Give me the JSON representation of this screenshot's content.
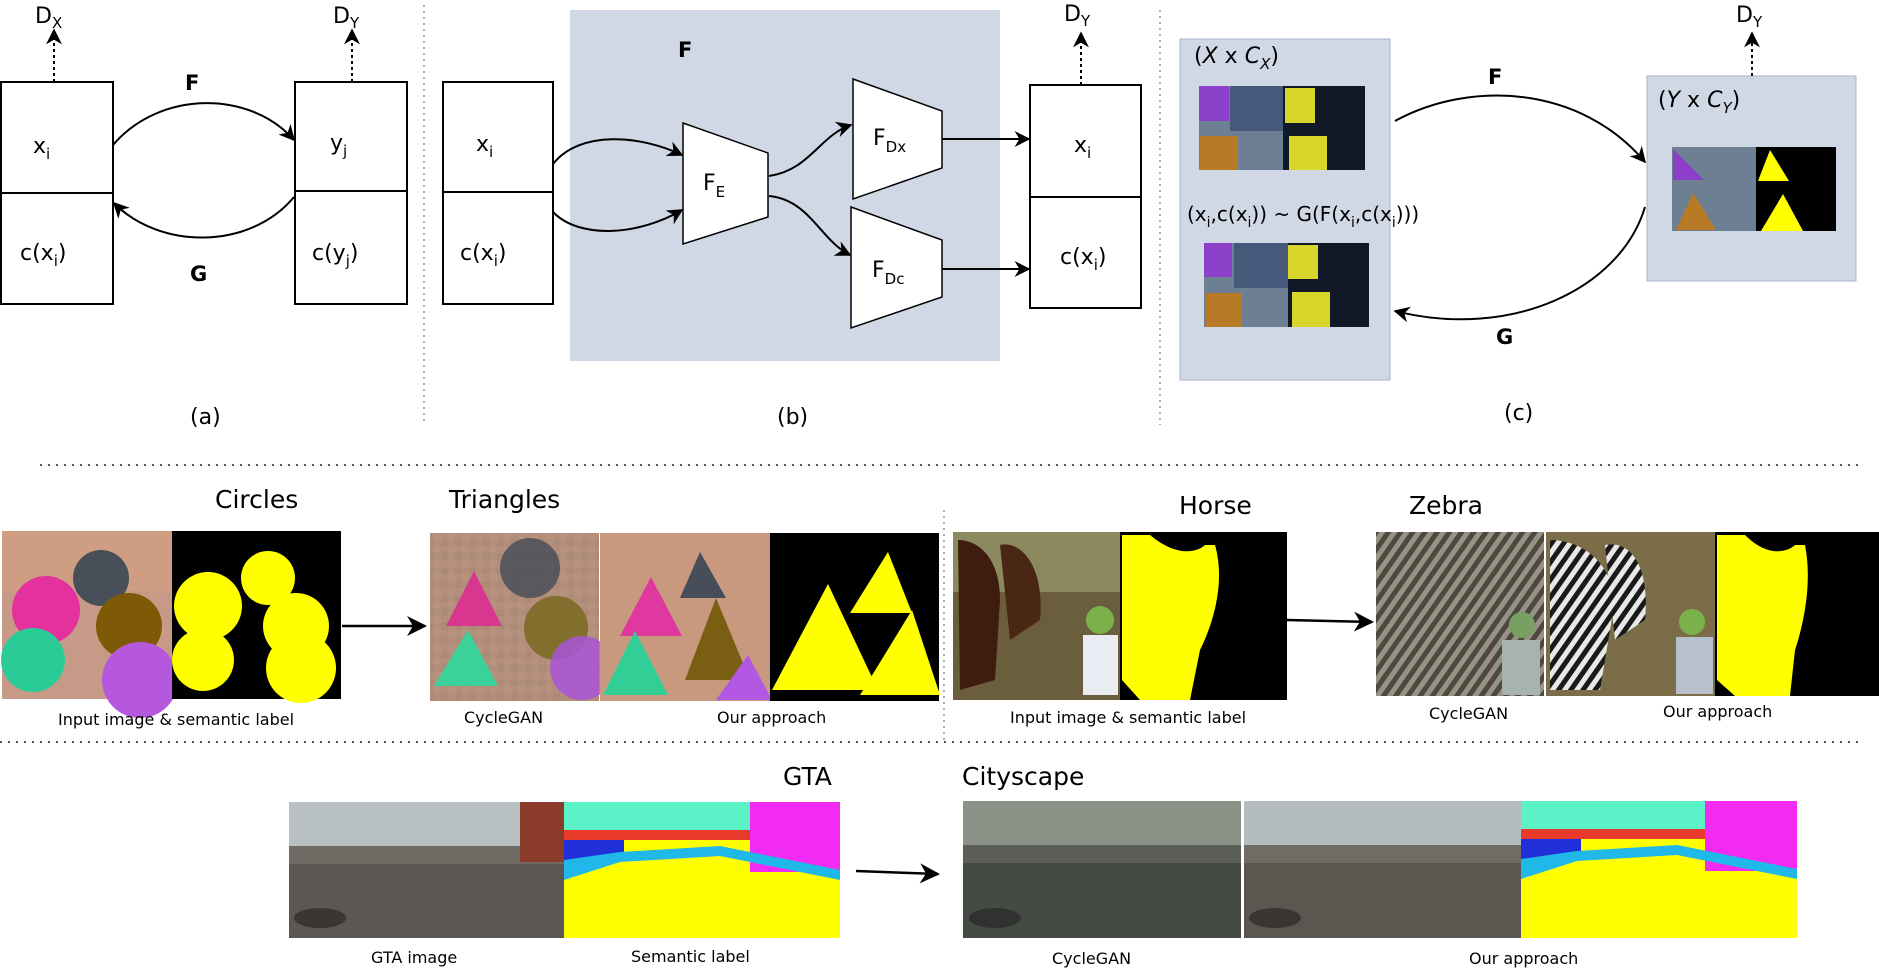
{
  "panel_a": {
    "dx": "D",
    "dx_sub": "X",
    "dy": "D",
    "dy_sub": "Y",
    "x_var": "x",
    "x_sub": "i",
    "cx_pre": "c(x",
    "cx_sub": "i",
    "cx_post": ")",
    "y_var": "y",
    "y_sub": "j",
    "cy_pre": "c(y",
    "cy_sub": "j",
    "cy_post": ")",
    "f": "F",
    "g": "G",
    "caption": "(a)"
  },
  "panel_b": {
    "f": "F",
    "x_var": "x",
    "x_sub": "i",
    "cx_pre": "c(x",
    "cx_sub": "i",
    "cx_post": ")",
    "fe": "F",
    "fe_sub": "E",
    "fdx": "F",
    "fdx_sub": "Dx",
    "fdc": "F",
    "fdc_sub": "Dc",
    "dy": "D",
    "dy_sub": "Y",
    "out_x": "x",
    "out_x_sub": "i",
    "out_c_pre": "c(x",
    "out_c_sub": "i",
    "out_c_post": ")",
    "caption": "(b)"
  },
  "panel_c": {
    "space_x_pre": "(",
    "space_x_var": "X",
    "space_x_mid": " x ",
    "space_x_cvar": "C",
    "space_x_csub": "X",
    "space_x_post": ")",
    "space_y_pre": "(",
    "space_y_var": "Y",
    "space_y_mid": " x ",
    "space_y_cvar": "C",
    "space_y_csub": "Y",
    "space_y_post": ")",
    "eq_1": "(x",
    "eq_1s": "i",
    "eq_2": ",c(x",
    "eq_2s": "i",
    "eq_3": ")) ~ G(F(x",
    "eq_3s": "i",
    "eq_4": ",c(x",
    "eq_4s": "i",
    "eq_5": ")))",
    "f": "F",
    "g": "G",
    "dy": "D",
    "dy_sub": "Y",
    "caption": "(c)"
  },
  "row2": {
    "circles": "Circles",
    "triangles": "Triangles",
    "input_caption_1": "Input image & semantic label",
    "cyclegan_1": "CycleGAN",
    "our_1": "Our approach",
    "horse": "Horse",
    "zebra": "Zebra",
    "input_caption_2": "Input image & semantic label",
    "cyclegan_2": "CycleGAN",
    "our_2": "Our approach"
  },
  "row3": {
    "gta": "GTA",
    "cityscape": "Cityscape",
    "gta_image": "GTA image",
    "semantic_label": "Semantic label",
    "cyclegan": "CycleGAN",
    "our": "Our approach"
  },
  "colors": {
    "panel_bg": "#d0d7e5",
    "label_yellow": "#ffff00",
    "seg_cyan": "#5cf2c8",
    "seg_magenta": "#f22bf2",
    "line": "#000000"
  }
}
